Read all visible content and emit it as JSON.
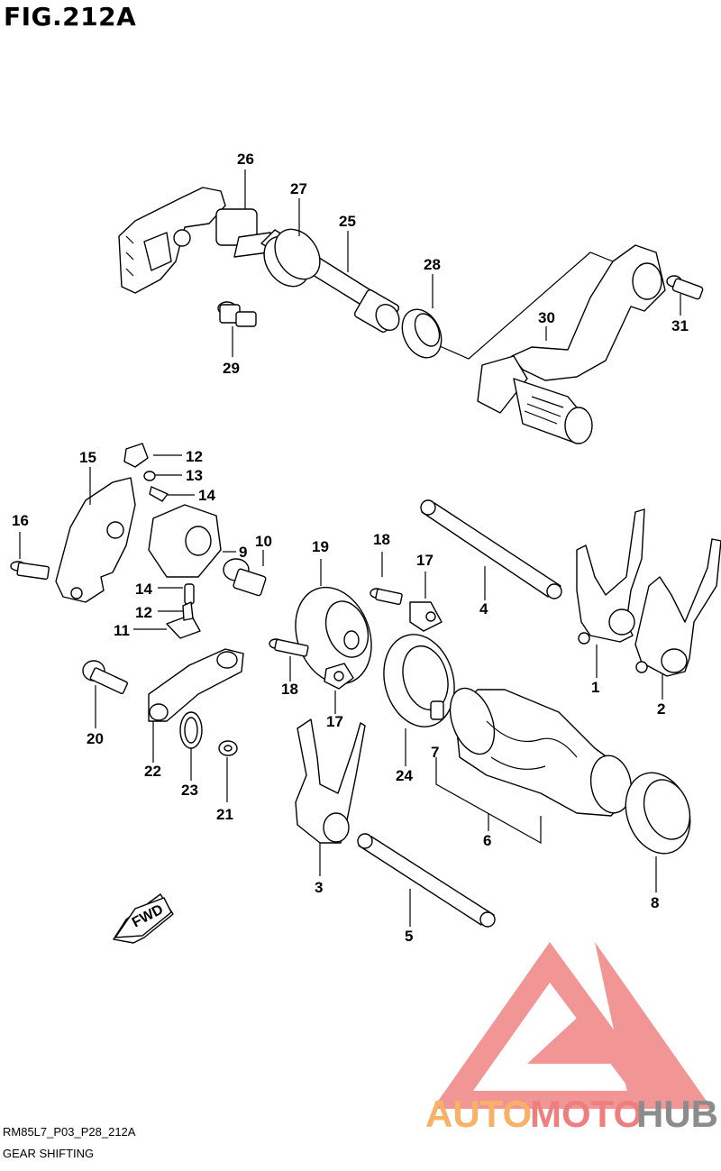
{
  "figure": {
    "title": "FIG.212A"
  },
  "footer": {
    "code": "RM85L7_P03_P28_212A",
    "caption": "GEAR SHIFTING"
  },
  "fwd_label": "FWD",
  "watermark": {
    "text_a": "AUTO",
    "text_b": "MOTO",
    "text_c": "HUB",
    "color_a": "#f7b267",
    "color_b": "#ef7f7f",
    "color_c": "#8c8c8c"
  },
  "callouts": [
    {
      "id": "c26",
      "label": "26"
    },
    {
      "id": "c27",
      "label": "27"
    },
    {
      "id": "c25",
      "label": "25"
    },
    {
      "id": "c28",
      "label": "28"
    },
    {
      "id": "c29",
      "label": "29"
    },
    {
      "id": "c30",
      "label": "30"
    },
    {
      "id": "c31",
      "label": "31"
    },
    {
      "id": "c15",
      "label": "15"
    },
    {
      "id": "c12a",
      "label": "12"
    },
    {
      "id": "c13",
      "label": "13"
    },
    {
      "id": "c14a",
      "label": "14"
    },
    {
      "id": "c16",
      "label": "16"
    },
    {
      "id": "c9",
      "label": "9"
    },
    {
      "id": "c10",
      "label": "10"
    },
    {
      "id": "c19",
      "label": "19"
    },
    {
      "id": "c18a",
      "label": "18"
    },
    {
      "id": "c17a",
      "label": "17"
    },
    {
      "id": "c4",
      "label": "4"
    },
    {
      "id": "c14b",
      "label": "14"
    },
    {
      "id": "c12b",
      "label": "12"
    },
    {
      "id": "c11",
      "label": "11"
    },
    {
      "id": "c18b",
      "label": "18"
    },
    {
      "id": "c17b",
      "label": "17"
    },
    {
      "id": "c20",
      "label": "20"
    },
    {
      "id": "c22",
      "label": "22"
    },
    {
      "id": "c23",
      "label": "23"
    },
    {
      "id": "c21",
      "label": "21"
    },
    {
      "id": "c24",
      "label": "24"
    },
    {
      "id": "c7",
      "label": "7"
    },
    {
      "id": "c6",
      "label": "6"
    },
    {
      "id": "c1",
      "label": "1"
    },
    {
      "id": "c2",
      "label": "2"
    },
    {
      "id": "c3",
      "label": "3"
    },
    {
      "id": "c5",
      "label": "5"
    },
    {
      "id": "c8",
      "label": "8"
    }
  ]
}
